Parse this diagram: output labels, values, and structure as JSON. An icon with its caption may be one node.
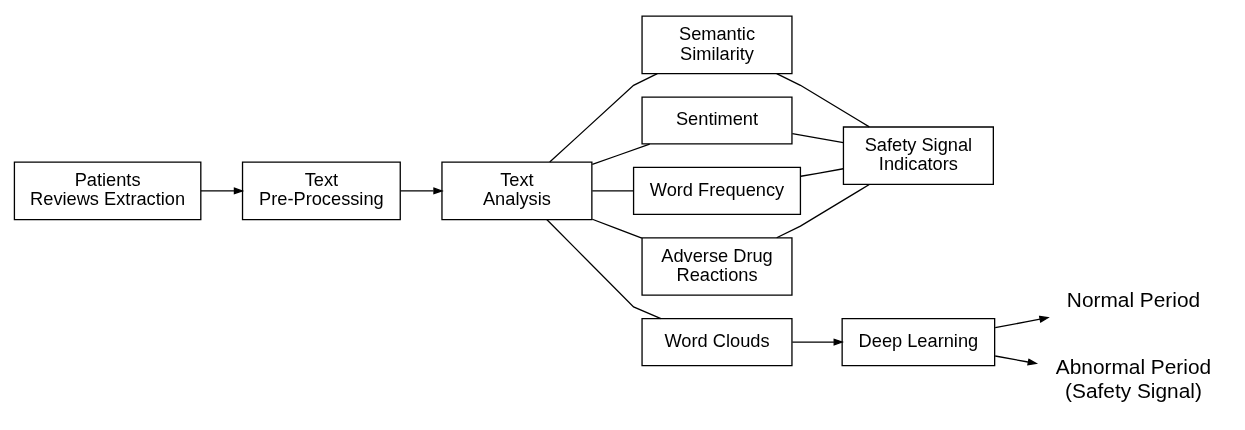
{
  "diagram": {
    "nodes": [
      {
        "text": [
          "Patients Reviews Extraction"
        ]
      },
      {
        "text": [
          "Text Pre-Processing"
        ]
      },
      {
        "text": [
          "Text Analysis"
        ]
      },
      {
        "text": [
          "Semantic Similarity"
        ]
      },
      {
        "text": [
          "Sentiment"
        ]
      },
      {
        "text": [
          "Word Frequency"
        ]
      },
      {
        "text": [
          "Adverse Drug Reactions"
        ]
      },
      {
        "text": [
          "Word Clouds"
        ]
      },
      {
        "text": [
          "Safety Signal Indicators"
        ]
      },
      {
        "text": [
          "Deep Learning"
        ]
      },
      {
        "text": [
          "Normal Period"
        ]
      },
      {
        "text": [
          "Abnormal Period (Safety Signal)"
        ]
      }
    ],
    "edges": [
      {
        "from": 0,
        "to": 1,
        "arrow": "to"
      },
      {
        "from": 1,
        "to": 2,
        "arrow": "to"
      },
      {
        "from": 2,
        "to": 3,
        "arrow": "none"
      },
      {
        "from": 2,
        "to": 4,
        "arrow": "none"
      },
      {
        "from": 2,
        "to": 5,
        "arrow": "none"
      },
      {
        "from": 2,
        "to": 6,
        "arrow": "none"
      },
      {
        "from": 2,
        "to": 7,
        "arrow": "none"
      },
      {
        "from": 3,
        "to": 8,
        "arrow": "none"
      },
      {
        "from": 4,
        "to": 8,
        "arrow": "none"
      },
      {
        "from": 5,
        "to": 8,
        "arrow": "none"
      },
      {
        "from": 6,
        "to": 8,
        "arrow": "none"
      },
      {
        "from": 7,
        "to": 9,
        "arrow": "to"
      },
      {
        "from": 9,
        "to": 10,
        "arrow": "to"
      },
      {
        "from": 9,
        "to": 11,
        "arrow": "to"
      }
    ]
  }
}
